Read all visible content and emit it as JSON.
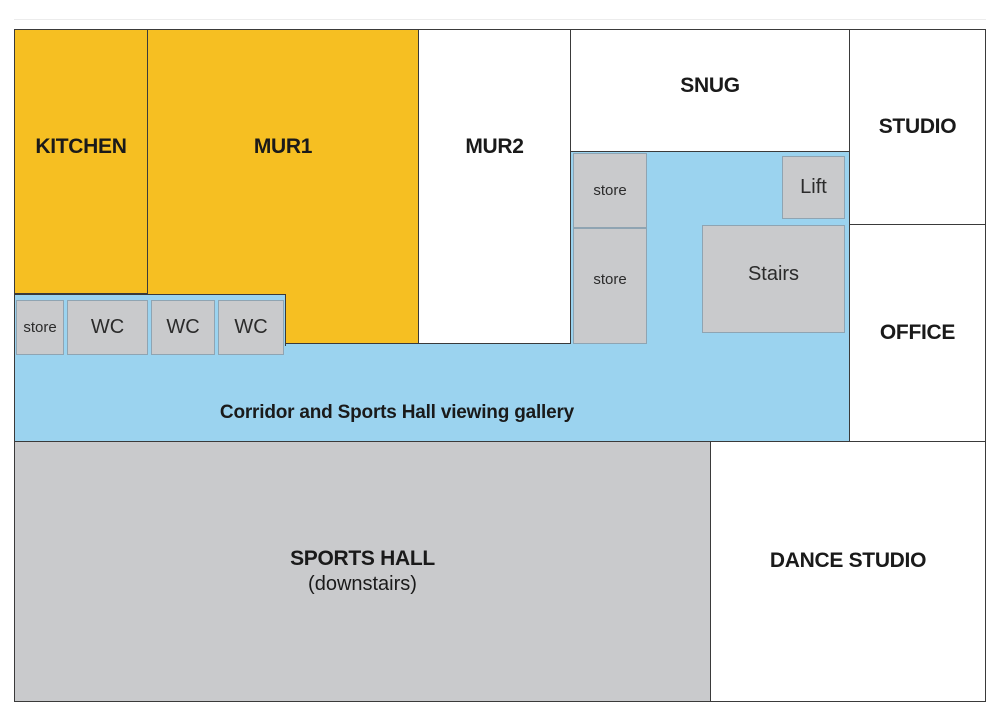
{
  "plan": {
    "rooms": {
      "kitchen": "KITCHEN",
      "mur1": "MUR1",
      "mur2": "MUR2",
      "snug": "SNUG",
      "studio": "STUDIO",
      "office": "OFFICE",
      "sports_hall": "SPORTS HALL",
      "sports_hall_note": "(downstairs)",
      "dance_studio": "DANCE STUDIO",
      "corridor": "Corridor and Sports Hall viewing gallery"
    },
    "facilities": {
      "store_left": "store",
      "wc_1": "WC",
      "wc_2": "WC",
      "wc_3": "WC",
      "store_upper": "store",
      "store_lower": "store",
      "lift": "Lift",
      "stairs": "Stairs"
    },
    "colors": {
      "yellow": "#f6bf22",
      "corridor_blue": "#9bd3ef",
      "grey": "#c9cacc",
      "white": "#ffffff"
    }
  }
}
